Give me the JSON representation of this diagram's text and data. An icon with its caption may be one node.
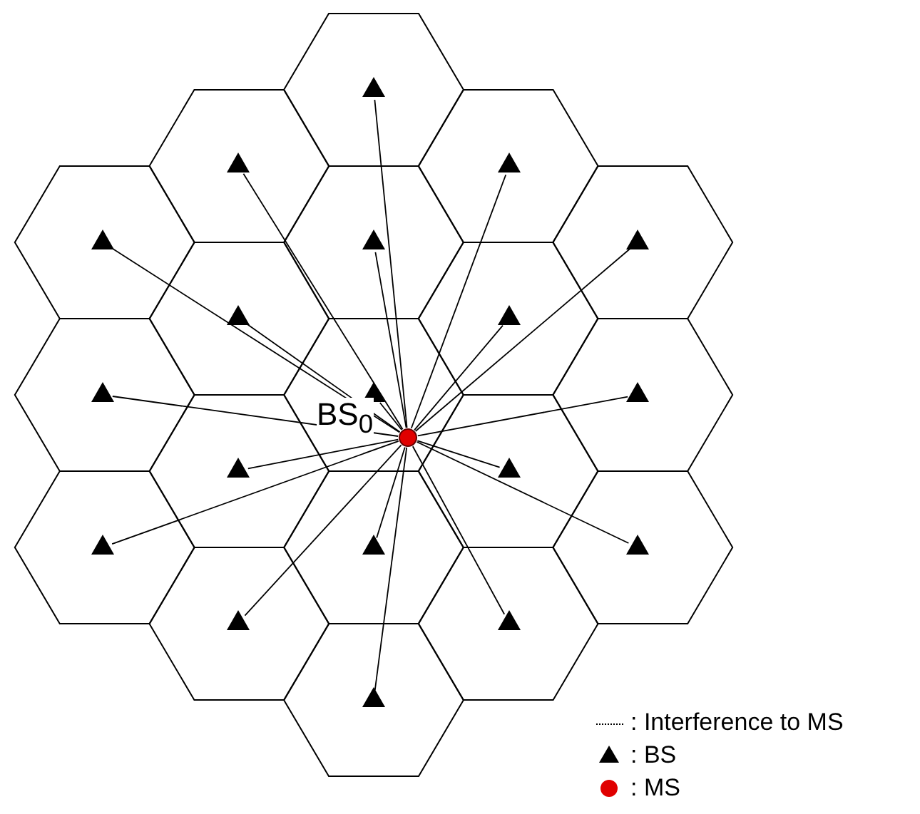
{
  "diagram": {
    "nodes": [
      {
        "text": [],
        "shape": "triangle"
      },
      {
        "text": [],
        "shape": "triangle"
      },
      {
        "text": [],
        "shape": "triangle"
      },
      {
        "text": [],
        "shape": "triangle"
      },
      {
        "text": [],
        "shape": "triangle"
      },
      {
        "text": [],
        "shape": "triangle"
      },
      {
        "text": [],
        "shape": "triangle"
      },
      {
        "text": [],
        "shape": "triangle"
      },
      {
        "text": [],
        "shape": "triangle"
      },
      {
        "text": [],
        "shape": "triangle",
        "beside": [
          "BS$_{0}$"
        ]
      },
      {
        "text": [],
        "shape": "triangle"
      },
      {
        "text": [],
        "shape": "circle"
      },
      {
        "text": [],
        "shape": "triangle"
      },
      {
        "text": [],
        "shape": "triangle"
      },
      {
        "text": [],
        "shape": "triangle"
      },
      {
        "text": [],
        "shape": "triangle"
      },
      {
        "text": [],
        "shape": "triangle"
      },
      {
        "text": [],
        "shape": "triangle"
      },
      {
        "text": [],
        "shape": "triangle"
      },
      {
        "text": [],
        "shape": "triangle"
      }
    ],
    "edges": [
      {
        "from": 0,
        "to": 11,
        "arrow": "none"
      },
      {
        "from": 1,
        "to": 11,
        "arrow": "none"
      },
      {
        "from": 2,
        "to": 11,
        "arrow": "none"
      },
      {
        "from": 3,
        "to": 11,
        "arrow": "none"
      },
      {
        "from": 4,
        "to": 11,
        "arrow": "none"
      },
      {
        "from": 5,
        "to": 11,
        "arrow": "none"
      },
      {
        "from": 6,
        "to": 11,
        "arrow": "none"
      },
      {
        "from": 7,
        "to": 11,
        "arrow": "none"
      },
      {
        "from": 8,
        "to": 11,
        "arrow": "none"
      },
      {
        "from": 9,
        "to": 11,
        "arrow": "none"
      },
      {
        "from": 10,
        "to": 11,
        "arrow": "none"
      },
      {
        "from": 12,
        "to": 11,
        "arrow": "none"
      },
      {
        "from": 13,
        "to": 11,
        "arrow": "none"
      },
      {
        "from": 14,
        "to": 11,
        "arrow": "none"
      },
      {
        "from": 15,
        "to": 11,
        "arrow": "none"
      },
      {
        "from": 16,
        "to": 11,
        "arrow": "none"
      },
      {
        "from": 17,
        "to": 11,
        "arrow": "none"
      },
      {
        "from": 18,
        "to": 11,
        "arrow": "none"
      },
      {
        "from": 19,
        "to": 11,
        "arrow": "none"
      }
    ],
    "legend": [
      {
        "text": ": Interference to MS"
      },
      {
        "text": ": BS"
      },
      {
        "text": ": MS"
      }
    ]
  }
}
